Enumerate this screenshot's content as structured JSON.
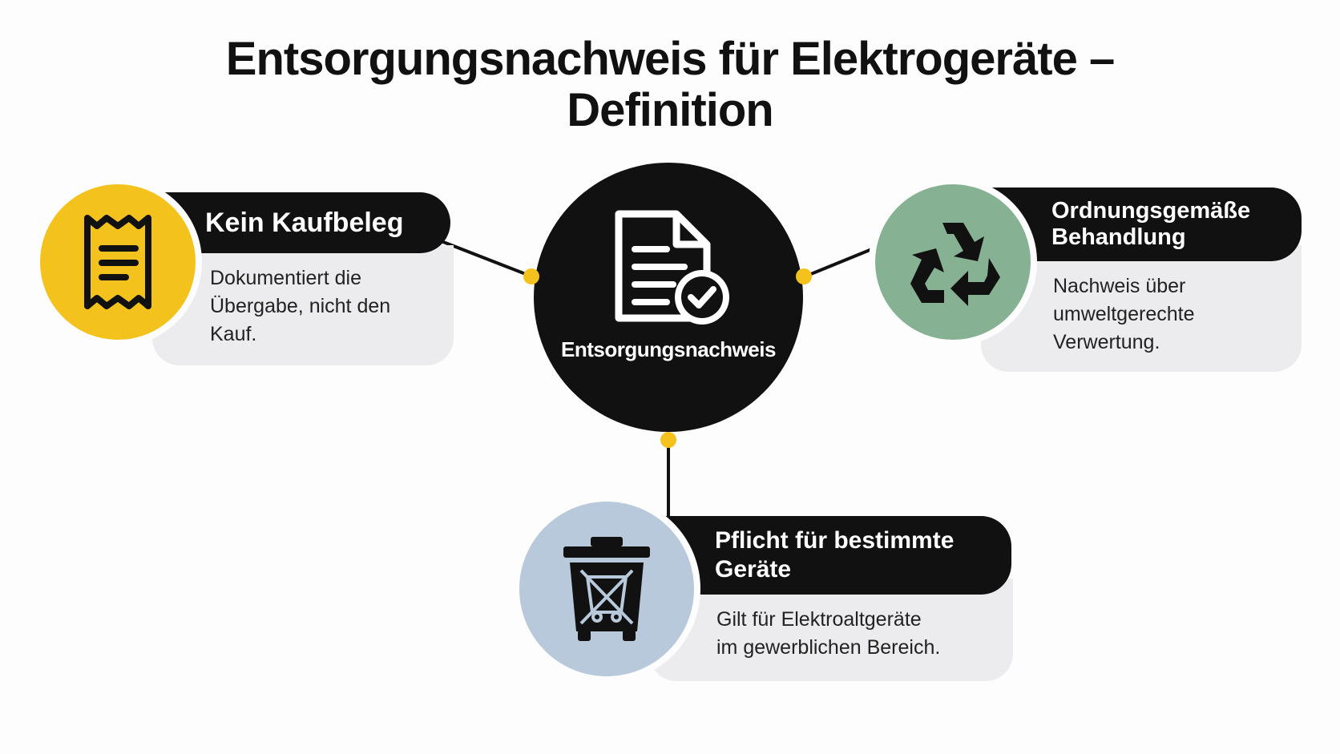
{
  "title": {
    "line1": "Entsorgungsnachweis für Elektrogeräte –",
    "line2": "Definition"
  },
  "center": {
    "label": "Entsorgungsnachweis",
    "icon": "document-check-icon"
  },
  "nodes": [
    {
      "id": "kein-kaufbeleg",
      "heading": "Kein Kaufbeleg",
      "description_lines": [
        "Dokumentiert die",
        "Übergabe, nicht den",
        "Kauf."
      ],
      "icon": "receipt-icon",
      "color": "#f4c21c"
    },
    {
      "id": "ordnungsgemaesse-behandlung",
      "heading_lines": [
        "Ordnungsgemäße",
        "Behandlung"
      ],
      "description_lines": [
        "Nachweis über",
        "umweltgerechte",
        "Verwertung."
      ],
      "icon": "recycle-icon",
      "color": "#86b193"
    },
    {
      "id": "pflicht",
      "heading_lines": [
        "Pflicht für bestimmte",
        "Geräte"
      ],
      "description_lines": [
        "Gilt für Elektroaltgeräte",
        "im gewerblichen Bereich."
      ],
      "icon": "crossed-out-bin-icon",
      "color": "#b7c9da"
    }
  ],
  "colors": {
    "accent_dot": "#f4c21c",
    "dark": "#111111",
    "box": "#ececee"
  }
}
